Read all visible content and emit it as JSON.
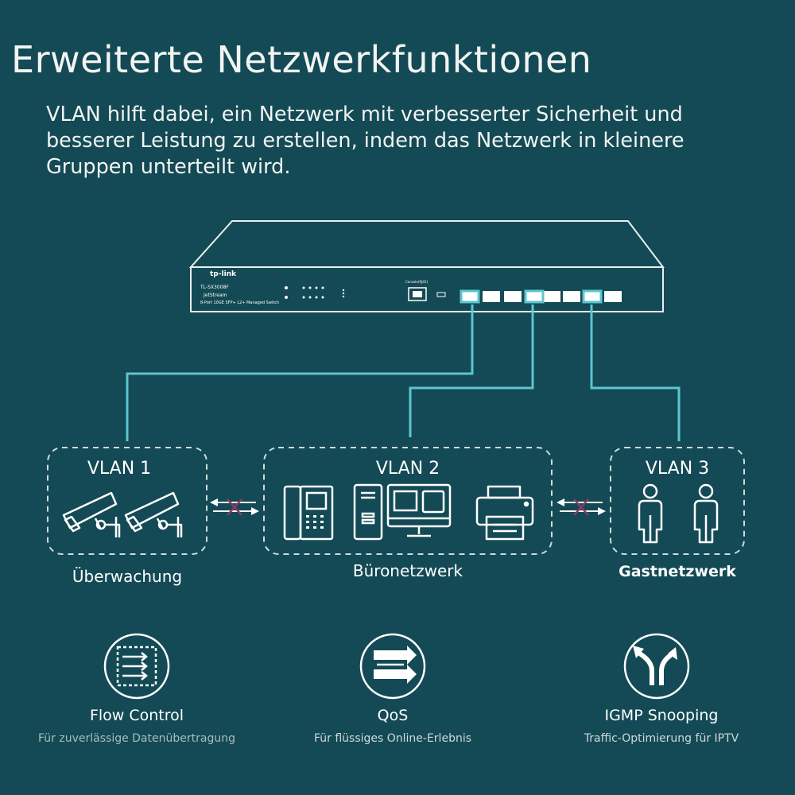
{
  "title": "Erweiterte Netzwerkfunktionen",
  "intro_lines": [
    "VLAN hilft dabei, ein Netzwerk mit verbesserter Sicherheit und",
    "besserer Leistung zu erstellen, indem das Netzwerk in kleinere",
    "Gruppen unterteilt wird."
  ],
  "switch": {
    "brand": "tp-link",
    "model": "TL-SX3008F",
    "series": "JetStream",
    "description": "8-Port 10GE SFP+ L2+ Managed Switch",
    "console_label": "Console(RJ45)"
  },
  "vlans": [
    {
      "label": "VLAN 1",
      "group": "Überwachung"
    },
    {
      "label": "VLAN 2",
      "group": "Büronetzwerk"
    },
    {
      "label": "VLAN 3",
      "group": "Gastnetzwerk"
    }
  ],
  "features": [
    {
      "title": "Flow Control",
      "subtitle": "Für zuverlässige Datenübertragung",
      "icon": "flow-control-icon"
    },
    {
      "title": "QoS",
      "subtitle": "Für flüssiges Online-Erlebnis",
      "icon": "qos-icon"
    },
    {
      "title": "IGMP Snooping",
      "subtitle": "Traffic-Optimierung für IPTV",
      "icon": "igmp-icon"
    }
  ],
  "colors": {
    "background": "#134a55",
    "link_line": "#5cc6cf",
    "block_cross": "#8b3a63",
    "dashed_border": "#cfdcdc"
  }
}
